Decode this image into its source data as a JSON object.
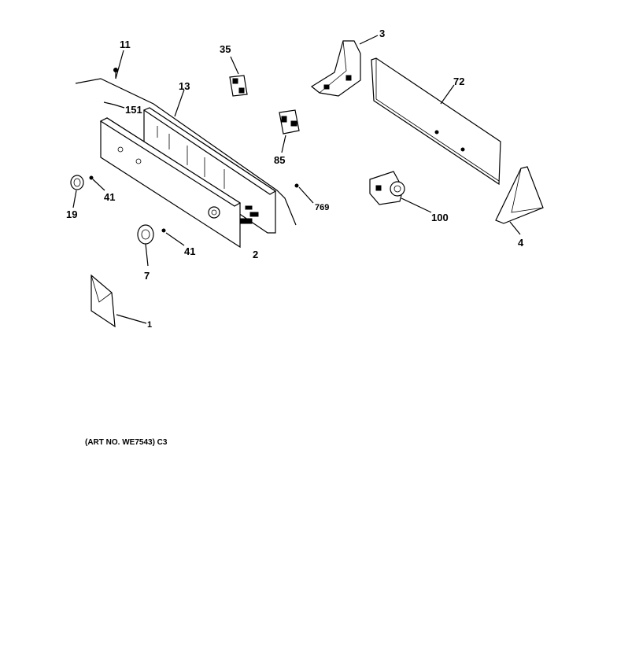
{
  "parts": {
    "p1": "1",
    "p2": "2",
    "p3": "3",
    "p4": "4",
    "p7": "7",
    "p11": "11",
    "p13": "13",
    "p19": "19",
    "p35": "35",
    "p41a": "41",
    "p41b": "41",
    "p72": "72",
    "p85": "85",
    "p100": "100",
    "p151": "151",
    "p769": "769"
  },
  "caption": "(ART NO. WE7543) C3"
}
